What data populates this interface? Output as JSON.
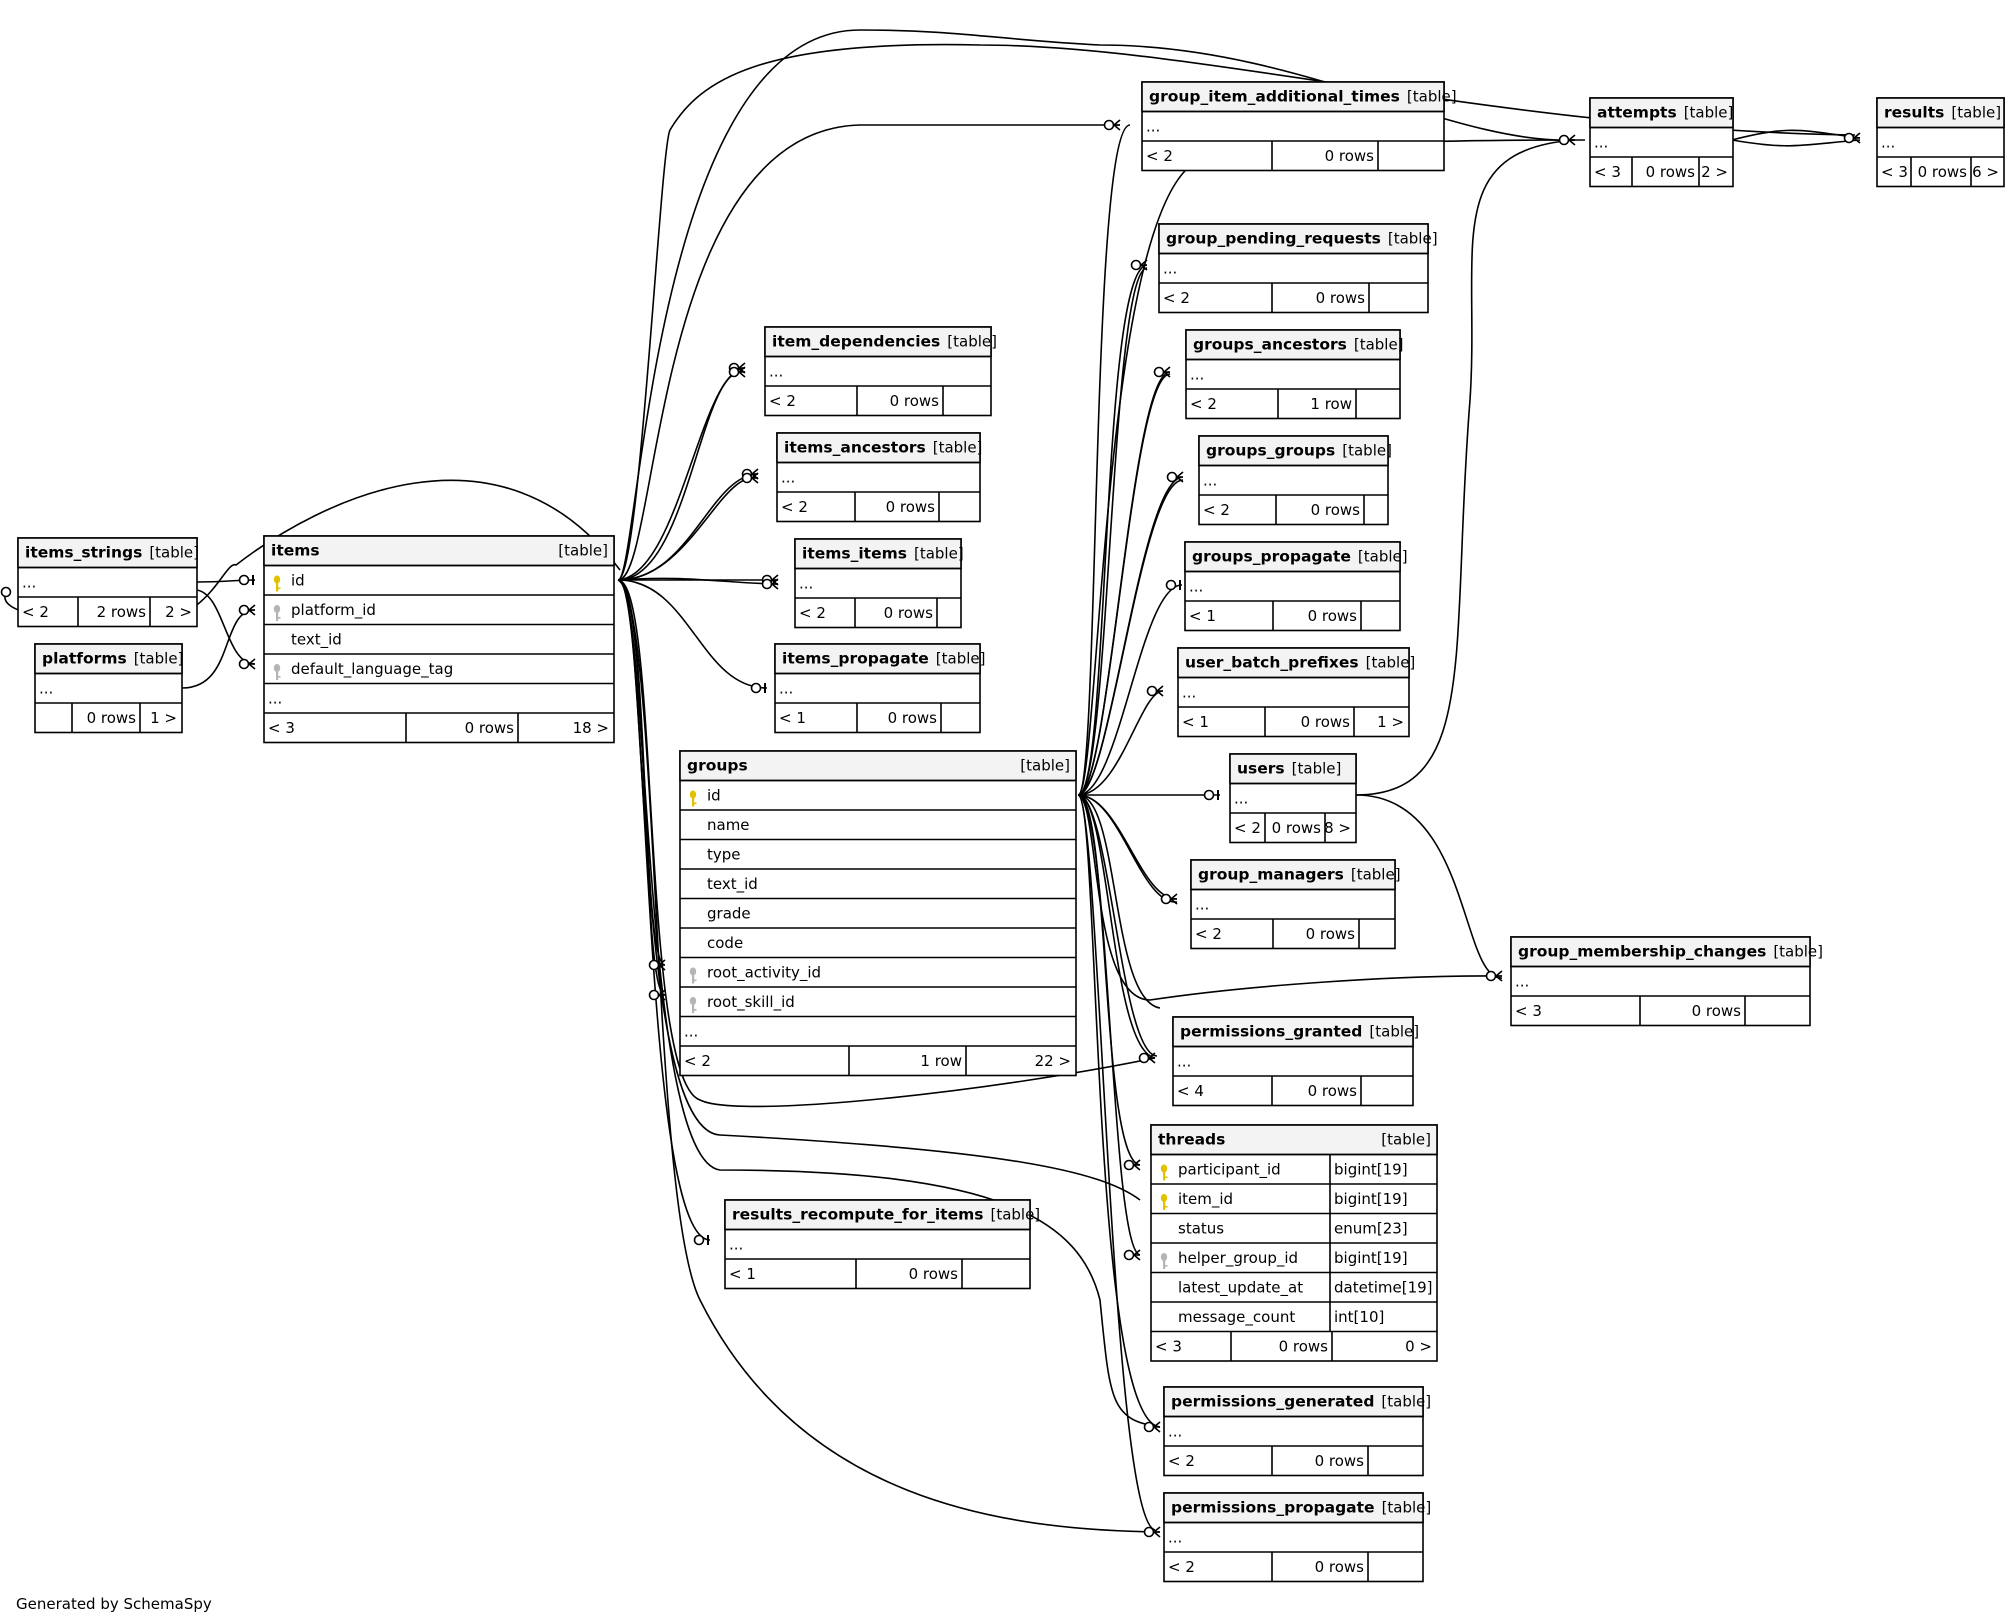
{
  "footer": "Generated by SchemaSpy",
  "tag": "[table]",
  "tables": [
    {
      "id": "items_strings",
      "name": "items_strings",
      "columns": [],
      "rows_label": "...",
      "nav": [
        "< 2",
        "2 rows",
        "2 >"
      ]
    },
    {
      "id": "platforms",
      "name": "platforms",
      "columns": [],
      "rows_label": "...",
      "nav": [
        "",
        "0 rows",
        "1 >"
      ]
    },
    {
      "id": "items",
      "name": "items",
      "columns": [
        {
          "name": "id",
          "key": "primary"
        },
        {
          "name": "platform_id",
          "key": "foreign"
        },
        {
          "name": "text_id",
          "key": ""
        },
        {
          "name": "default_language_tag",
          "key": "foreign"
        }
      ],
      "rows_label": "...",
      "nav": [
        "< 3",
        "0 rows",
        "18 >"
      ]
    },
    {
      "id": "item_dependencies",
      "name": "item_dependencies",
      "columns": [],
      "rows_label": "...",
      "nav": [
        "< 2",
        "0 rows",
        ""
      ]
    },
    {
      "id": "items_ancestors",
      "name": "items_ancestors",
      "columns": [],
      "rows_label": "...",
      "nav": [
        "< 2",
        "0 rows",
        ""
      ]
    },
    {
      "id": "items_items",
      "name": "items_items",
      "columns": [],
      "rows_label": "...",
      "nav": [
        "< 2",
        "0 rows",
        ""
      ]
    },
    {
      "id": "items_propagate",
      "name": "items_propagate",
      "columns": [],
      "rows_label": "...",
      "nav": [
        "< 1",
        "0 rows",
        ""
      ]
    },
    {
      "id": "groups",
      "name": "groups",
      "columns": [
        {
          "name": "id",
          "key": "primary"
        },
        {
          "name": "name",
          "key": ""
        },
        {
          "name": "type",
          "key": ""
        },
        {
          "name": "text_id",
          "key": ""
        },
        {
          "name": "grade",
          "key": ""
        },
        {
          "name": "code",
          "key": ""
        },
        {
          "name": "root_activity_id",
          "key": "foreign"
        },
        {
          "name": "root_skill_id",
          "key": "foreign"
        }
      ],
      "rows_label": "...",
      "nav": [
        "< 2",
        "1 row",
        "22 >"
      ]
    },
    {
      "id": "results_recompute_for_items",
      "name": "results_recompute_for_items",
      "columns": [],
      "rows_label": "...",
      "nav": [
        "< 1",
        "0 rows",
        ""
      ]
    },
    {
      "id": "group_item_additional_times",
      "name": "group_item_additional_times",
      "columns": [],
      "rows_label": "...",
      "nav": [
        "< 2",
        "0 rows",
        ""
      ]
    },
    {
      "id": "group_pending_requests",
      "name": "group_pending_requests",
      "columns": [],
      "rows_label": "...",
      "nav": [
        "< 2",
        "0 rows",
        ""
      ]
    },
    {
      "id": "groups_ancestors",
      "name": "groups_ancestors",
      "columns": [],
      "rows_label": "...",
      "nav": [
        "< 2",
        "1 row",
        ""
      ]
    },
    {
      "id": "groups_groups",
      "name": "groups_groups",
      "columns": [],
      "rows_label": "...",
      "nav": [
        "< 2",
        "0 rows",
        ""
      ]
    },
    {
      "id": "groups_propagate",
      "name": "groups_propagate",
      "columns": [],
      "rows_label": "...",
      "nav": [
        "< 1",
        "0 rows",
        ""
      ]
    },
    {
      "id": "user_batch_prefixes",
      "name": "user_batch_prefixes",
      "columns": [],
      "rows_label": "...",
      "nav": [
        "< 1",
        "0 rows",
        "1 >"
      ]
    },
    {
      "id": "users",
      "name": "users",
      "columns": [],
      "rows_label": "...",
      "nav": [
        "< 2",
        "0 rows",
        "8 >"
      ]
    },
    {
      "id": "group_managers",
      "name": "group_managers",
      "columns": [],
      "rows_label": "...",
      "nav": [
        "< 2",
        "0 rows",
        ""
      ]
    },
    {
      "id": "permissions_granted",
      "name": "permissions_granted",
      "columns": [],
      "rows_label": "...",
      "nav": [
        "< 4",
        "0 rows",
        ""
      ]
    },
    {
      "id": "threads",
      "name": "threads",
      "focus": true,
      "columns": [
        {
          "name": "participant_id",
          "key": "primary",
          "type": "bigint[19]"
        },
        {
          "name": "item_id",
          "key": "primary",
          "type": "bigint[19]"
        },
        {
          "name": "status",
          "key": "",
          "type": "enum[23]"
        },
        {
          "name": "helper_group_id",
          "key": "foreign",
          "type": "bigint[19]"
        },
        {
          "name": "latest_update_at",
          "key": "",
          "type": "datetime[19]"
        },
        {
          "name": "message_count",
          "key": "",
          "type": "int[10]"
        }
      ],
      "nav": [
        "< 3",
        "0 rows",
        "0 >"
      ]
    },
    {
      "id": "permissions_generated",
      "name": "permissions_generated",
      "columns": [],
      "rows_label": "...",
      "nav": [
        "< 2",
        "0 rows",
        ""
      ]
    },
    {
      "id": "permissions_propagate",
      "name": "permissions_propagate",
      "columns": [],
      "rows_label": "...",
      "nav": [
        "< 2",
        "0 rows",
        ""
      ]
    },
    {
      "id": "attempts",
      "name": "attempts",
      "columns": [],
      "rows_label": "...",
      "nav": [
        "< 3",
        "0 rows",
        "2 >"
      ]
    },
    {
      "id": "results",
      "name": "results",
      "columns": [],
      "rows_label": "...",
      "nav": [
        "< 3",
        "0 rows",
        "6 >"
      ]
    },
    {
      "id": "group_membership_changes",
      "name": "group_membership_changes",
      "columns": [],
      "rows_label": "...",
      "nav": [
        "< 3",
        "0 rows",
        ""
      ]
    }
  ],
  "relationships": [
    {
      "from": "items_strings",
      "to": "items"
    },
    {
      "from": "items",
      "to": "platforms"
    },
    {
      "from": "items",
      "to": "items_strings"
    },
    {
      "from": "item_dependencies",
      "to": "items"
    },
    {
      "from": "items_ancestors",
      "to": "items"
    },
    {
      "from": "items_items",
      "to": "items"
    },
    {
      "from": "items_propagate",
      "to": "items"
    },
    {
      "from": "groups",
      "to": "items"
    },
    {
      "from": "results_recompute_for_items",
      "to": "items"
    },
    {
      "from": "group_item_additional_times",
      "to": "items"
    },
    {
      "from": "group_item_additional_times",
      "to": "groups"
    },
    {
      "from": "attempts",
      "to": "items"
    },
    {
      "from": "attempts",
      "to": "groups"
    },
    {
      "from": "results",
      "to": "items"
    },
    {
      "from": "results",
      "to": "attempts"
    },
    {
      "from": "group_pending_requests",
      "to": "groups"
    },
    {
      "from": "groups_ancestors",
      "to": "groups"
    },
    {
      "from": "groups_groups",
      "to": "groups"
    },
    {
      "from": "groups_propagate",
      "to": "groups"
    },
    {
      "from": "user_batch_prefixes",
      "to": "groups"
    },
    {
      "from": "users",
      "to": "groups"
    },
    {
      "from": "group_managers",
      "to": "groups"
    },
    {
      "from": "group_membership_changes",
      "to": "groups"
    },
    {
      "from": "group_membership_changes",
      "to": "users"
    },
    {
      "from": "permissions_granted",
      "to": "groups"
    },
    {
      "from": "permissions_granted",
      "to": "items"
    },
    {
      "from": "threads",
      "to": "groups"
    },
    {
      "from": "threads",
      "to": "items"
    },
    {
      "from": "permissions_generated",
      "to": "groups"
    },
    {
      "from": "permissions_generated",
      "to": "items"
    },
    {
      "from": "permissions_propagate",
      "to": "items"
    }
  ]
}
